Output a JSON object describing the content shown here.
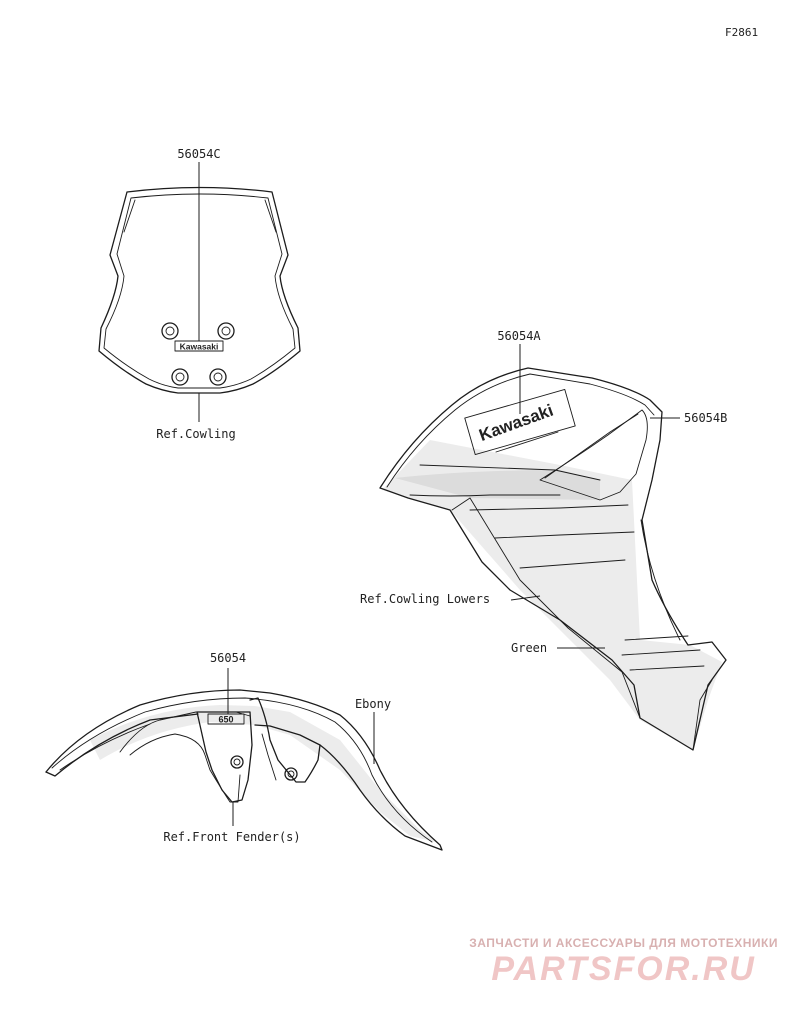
{
  "figure_code": "F2861",
  "windshield": {
    "part_number": "56054C",
    "decal_text": "Kawasaki",
    "ref_label": "Ref.Cowling"
  },
  "cowling": {
    "part_number_a": "56054A",
    "part_number_b": "56054B",
    "decal_text": "Kawasaki",
    "ref_label": "Ref.Cowling Lowers",
    "color_label": "Green"
  },
  "fender": {
    "part_number": "56054",
    "decal_text": "650",
    "color_label": "Ebony",
    "ref_label": "Ref.Front Fender(s)"
  },
  "watermark": {
    "tagline": "ЗАПЧАСТИ И АКСЕССУАРЫ ДЛЯ МОТОТЕХНИКИ",
    "logo": "PARTSFOR.RU",
    "color": "#e8a0a0"
  }
}
